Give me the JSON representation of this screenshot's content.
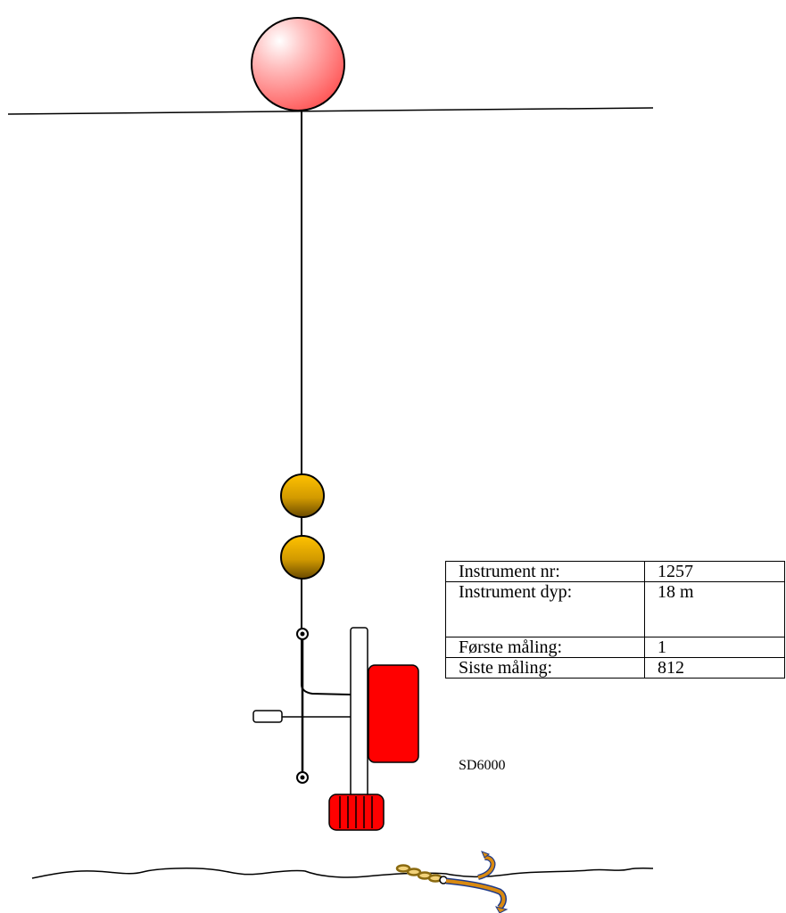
{
  "diagram": {
    "instrument_table": {
      "rows": [
        {
          "label": "Instrument nr:",
          "value": "1257"
        },
        {
          "label": "Instrument dyp:",
          "value": "18 m"
        },
        {
          "label": "Første måling:",
          "value": "1"
        },
        {
          "label": "Siste måling:",
          "value": "812"
        }
      ]
    },
    "instrument_model": "SD6000",
    "colors": {
      "surface_buoy": "#ff8a8a",
      "subsurface_buoy": "#e0a800",
      "instrument_body": "#ff0000",
      "anchor": "#d98a10",
      "line": "#000000"
    }
  }
}
